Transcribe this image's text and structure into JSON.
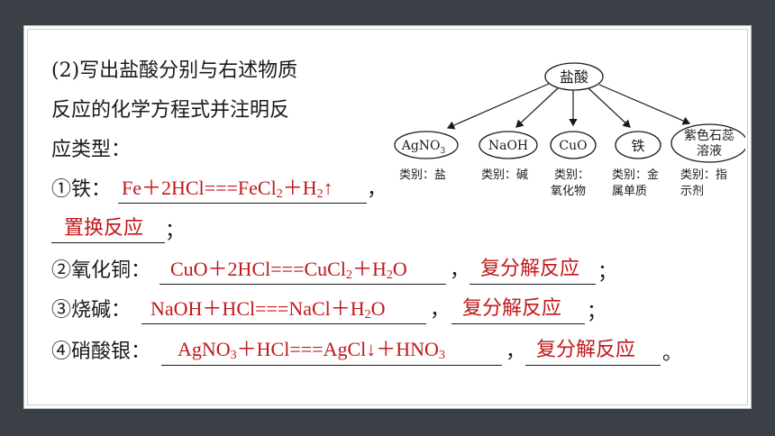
{
  "question": {
    "line1": "(2)写出盐酸分别与右述物质",
    "line2": "反应的化学方程式并注明反",
    "line3": "应类型："
  },
  "diagram": {
    "center": "盐酸",
    "nodes": [
      {
        "name": "AgNO",
        "sub": "3",
        "label_lines": [
          "类别：盐"
        ]
      },
      {
        "name": "NaOH",
        "label_lines": [
          "类别：碱"
        ]
      },
      {
        "name": "CuO",
        "label_lines": [
          "类别：",
          "氧化物"
        ]
      },
      {
        "name": "铁",
        "label_lines": [
          "类别：金",
          "属单质"
        ]
      },
      {
        "name_lines": [
          "紫色石蕊",
          "溶液"
        ],
        "label_lines": [
          "类别：指",
          "示剂"
        ]
      }
    ]
  },
  "items": {
    "iron": {
      "prefix": "①铁：",
      "eq": {
        "a": "Fe＋2HCl",
        "eqsign": "===",
        "b": "FeCl",
        "b_sub": "2",
        "c": "＋H",
        "c_sub": "2",
        "arrow": "↑"
      },
      "comma": "，",
      "type": "置换反应",
      "end": "；"
    },
    "copper_oxide": {
      "prefix": "②氧化铜：",
      "eq": {
        "a": "CuO＋2HCl",
        "eqsign": "===",
        "b": "CuCl",
        "b_sub": "2",
        "c": "＋H",
        "c_sub": "2",
        "d": "O"
      },
      "comma": "，",
      "type": "复分解反应",
      "end": "；"
    },
    "caustic_soda": {
      "prefix": "③烧碱：",
      "eq": {
        "a": "NaOH＋HCl",
        "eqsign": "===",
        "b": "NaCl＋H",
        "b_sub": "2",
        "c": "O"
      },
      "comma": "，",
      "type": "复分解反应",
      "end": "；"
    },
    "silver_nitrate": {
      "prefix": "④硝酸银：",
      "eq": {
        "a": "AgNO",
        "a_sub": "3",
        "b": "＋HCl",
        "eqsign": "===",
        "c": "AgCl",
        "arrow": "↓",
        "d": "＋HNO",
        "d_sub": "3"
      },
      "comma": "，",
      "type": "复分解反应",
      "end": "。"
    }
  }
}
